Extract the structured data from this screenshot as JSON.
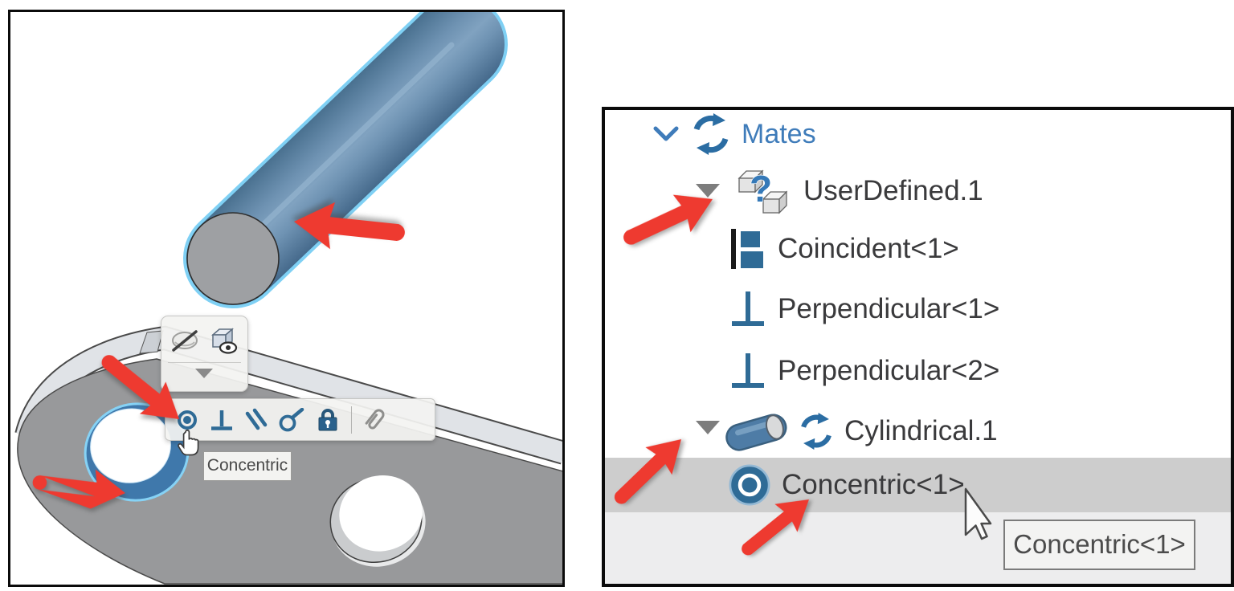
{
  "colors": {
    "accent_blue": "#2F6B96",
    "tree_link_blue": "#3F7CBA",
    "arrow_red": "#EE3A30",
    "selection_cyan": "#7FD0F4",
    "row_highlight": "#CDCDCD",
    "panel_footer": "#EDEDEE",
    "plate_gray": "#98999B",
    "cylinder_blue": "#6F93B3"
  },
  "left_panel": {
    "tooltip": {
      "text": "Concentric"
    },
    "view_toolbar": {
      "icons": [
        {
          "name": "hide"
        },
        {
          "name": "show-hidden"
        },
        {
          "name": "more-commands"
        }
      ]
    },
    "mate_toolbar": {
      "icons": [
        {
          "name": "concentric",
          "tooltip": "Concentric"
        },
        {
          "name": "perpendicular"
        },
        {
          "name": "parallel"
        },
        {
          "name": "tangent"
        },
        {
          "name": "lock"
        },
        {
          "name": "attach"
        }
      ]
    },
    "scene": {
      "parts": [
        "cylinder",
        "plate"
      ],
      "selected": [
        "cylinder",
        "plate-left-hole"
      ]
    }
  },
  "right_panel": {
    "tree": {
      "header": {
        "label": "Mates"
      },
      "glyphs": {
        "question_mark": "?"
      },
      "items": [
        {
          "label": "UserDefined.1",
          "icon": "user-defined-mate",
          "expanded": true
        },
        {
          "label": "Coincident<1>",
          "icon": "coincident-mate"
        },
        {
          "label": "Perpendicular<1>",
          "icon": "perpendicular-mate"
        },
        {
          "label": "Perpendicular<2>",
          "icon": "perpendicular-mate"
        },
        {
          "label": "Cylindrical.1",
          "icon": "cylindrical-mate",
          "expanded": true
        },
        {
          "label": "Concentric<1>",
          "icon": "concentric-mate",
          "selected": true
        }
      ]
    },
    "tooltip": {
      "text": "Concentric<1>"
    }
  }
}
